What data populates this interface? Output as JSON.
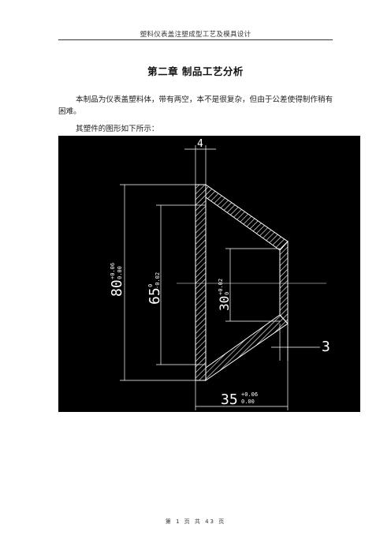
{
  "header": {
    "title": "塑料仪表盖注塑成型工艺及模具设计"
  },
  "chapter": {
    "title": "第二章   制品工艺分析"
  },
  "body": {
    "paragraph1": "本制品为仪表盖塑料体，带有两空，本不是很复杂，但由于公差使得制作稍有困难。",
    "paragraph2": "其塑件的图形如下所示："
  },
  "figure": {
    "dimensions": {
      "wall": "4",
      "outer_height": "80",
      "outer_height_tol_upper": "+0.06",
      "outer_height_tol_lower": "0.00",
      "inner_height": "65",
      "inner_height_tol_upper": "0",
      "inner_height_tol_lower": "-0.02",
      "hole_height": "30",
      "hole_height_tol_upper": "+0.02",
      "hole_height_tol_lower": "0",
      "end_wall": "3",
      "length": "35",
      "length_tol_upper": "+0.06",
      "length_tol_lower": "0.00"
    },
    "colors": {
      "background": "#000000",
      "lines": "#ffffff"
    }
  },
  "footer": {
    "page_text": "第 1 页 共 43 页"
  }
}
